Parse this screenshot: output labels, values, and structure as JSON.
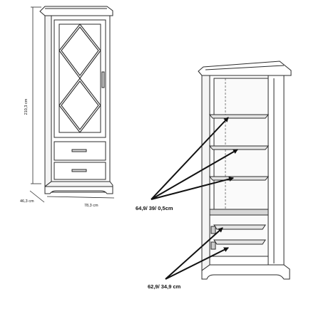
{
  "dimensions": {
    "height": "210,3 cm",
    "depth": "46,3 cm",
    "width": "78,3 cm"
  },
  "callouts": {
    "glass_shelves": "64,9/ 39/ 0,5cm",
    "drawer_shelves": "62,9/ 34,9 cm"
  },
  "colors": {
    "line": "#2b2b2b",
    "arrow": "#111111",
    "panel": "#ffffff",
    "shade": "#d6d6d6"
  }
}
